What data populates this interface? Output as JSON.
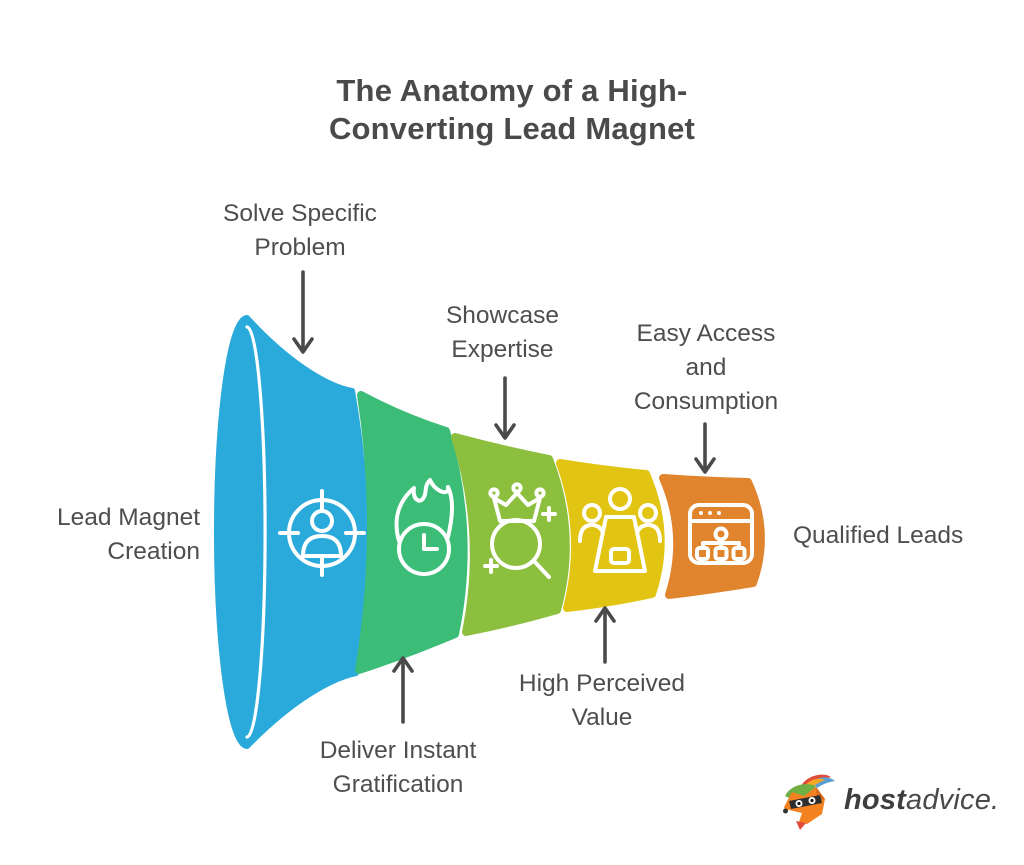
{
  "title": {
    "lines": [
      "The Anatomy of a High-",
      "Converting Lead Magnet"
    ]
  },
  "colors": {
    "blue": "#2AA9DB",
    "green": "#3BBD78",
    "lime": "#8DBF3F",
    "yellow": "#E2C513",
    "orange": "#E0852E",
    "arrow": "#4A4A4A",
    "icon_stroke": "#FFFFFF",
    "logo_fox_orange": "#F58220",
    "logo_leaf_green": "#6FAF44",
    "logo_plume_red": "#E14B39",
    "logo_plume_blue": "#5A9ED6"
  },
  "funnel": {
    "type": "horizontal-funnel",
    "input_label": {
      "lines": [
        "Lead Magnet",
        "Creation"
      ]
    },
    "output_label": "Qualified Leads",
    "segments": [
      {
        "stage": 1,
        "label": "Solve Specific Problem",
        "icon": "target-audience-icon",
        "color_key": "blue"
      },
      {
        "stage": 2,
        "label": "Deliver Instant Gratification",
        "icon": "flame-clock-icon",
        "color_key": "green"
      },
      {
        "stage": 3,
        "label": "Showcase Expertise",
        "icon": "crown-magnifier-icon",
        "color_key": "lime"
      },
      {
        "stage": 4,
        "label": "High Perceived Value",
        "icon": "meeting-people-icon",
        "color_key": "yellow"
      },
      {
        "stage": 5,
        "label": "Easy Access and Consumption",
        "icon": "browser-sitemap-icon",
        "color_key": "orange"
      }
    ]
  },
  "annotations": {
    "solve": {
      "lines": [
        "Solve Specific",
        "Problem"
      ]
    },
    "showcase": {
      "lines": [
        "Showcase",
        "Expertise"
      ]
    },
    "easy": {
      "lines": [
        "Easy Access",
        "and",
        "Consumption"
      ]
    },
    "deliver": {
      "lines": [
        "Deliver Instant",
        "Gratification"
      ]
    },
    "high": {
      "lines": [
        "High Perceived",
        "Value"
      ]
    }
  },
  "logo": {
    "brand_bold": "host",
    "brand_rest": "advice."
  }
}
